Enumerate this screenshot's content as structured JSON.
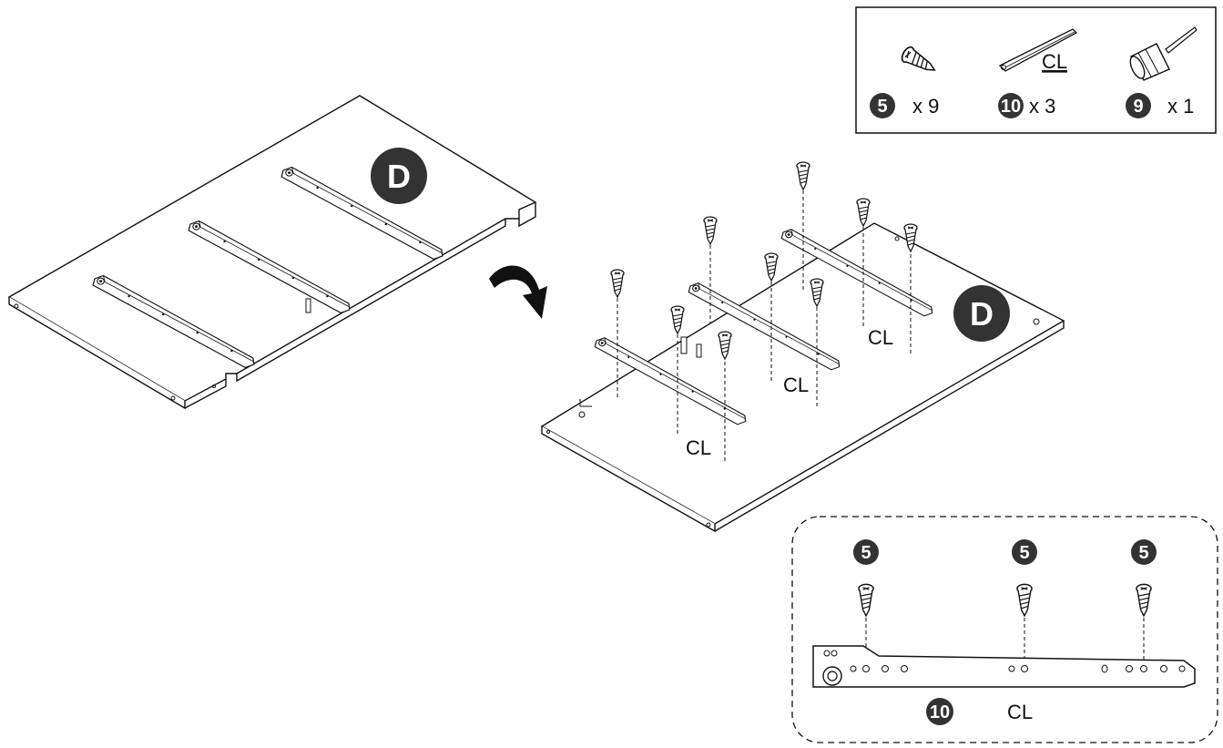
{
  "panel_letter": "D",
  "parts": [
    {
      "badge": "5",
      "qty": "x 9",
      "icon": "screw-icon"
    },
    {
      "badge": "10",
      "qty": "x 3",
      "icon": "drawer-slide-icon",
      "label": "CL"
    },
    {
      "badge": "9",
      "qty": "x 1",
      "icon": "screwdriver-icon"
    }
  ],
  "rail_labels": [
    "CL",
    "CL",
    "CL"
  ],
  "detail": {
    "screw_badges": [
      "5",
      "5",
      "5"
    ],
    "rail_badge": "10",
    "rail_label": "CL"
  },
  "colors": {
    "badge_fill": "#333333",
    "line": "#111111",
    "paper": "#ffffff"
  }
}
